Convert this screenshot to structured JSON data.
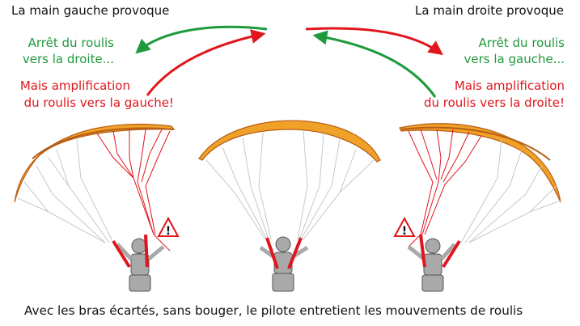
{
  "top_left_title": "La main gauche provoque",
  "top_right_title": "La main droite provoque",
  "left_green_text": [
    "Arrêt du roulis",
    "vers la droite..."
  ],
  "left_red_text": [
    "Mais amplification",
    "du roulis vers la gauche!"
  ],
  "right_green_text": [
    "Arrêt du roulis",
    "vers la gauche..."
  ],
  "right_red_text": [
    "Mais amplification",
    "du roulis vers la droite!"
  ],
  "caption": "Avec les bras écartés, sans bouger, le pilote entretient les mouvements de roulis",
  "warning_symbol": "!",
  "colors": {
    "green": "#1e9a3c",
    "red": "#e0161d",
    "wing_orange": "#f0a127",
    "wing_dark": "#b85e16",
    "pilot_grey": "#a9a9a9"
  },
  "icons": [
    "arrow-curved-green",
    "arrow-curved-red",
    "warning-triangle-icon",
    "paraglider-wing",
    "pilot-figure"
  ]
}
